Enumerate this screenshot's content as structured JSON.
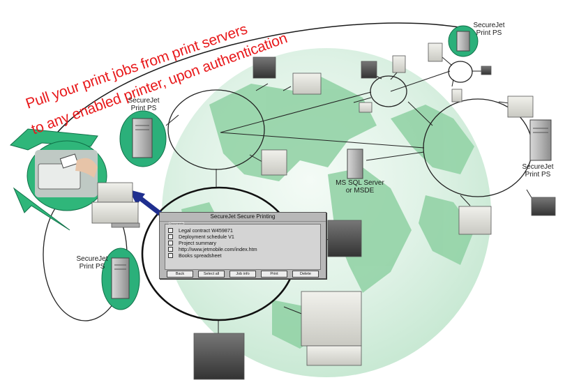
{
  "headline": {
    "line1": "Pull your print jobs from print servers",
    "line2": "to any enabled printer, upon authentication",
    "color": "#e8191b"
  },
  "labels": {
    "server_top_right": [
      "SecureJet",
      "Print PS"
    ],
    "server_upper_left": [
      "SecureJet",
      "Print PS"
    ],
    "server_lower_left": [
      "SecureJet",
      "Print PS"
    ],
    "server_right": [
      "SecureJet",
      "Print PS"
    ],
    "database": [
      "MS SQL Server",
      "or MSDE"
    ]
  },
  "dialog": {
    "title": "SecureJet Secure Printing",
    "list_header": "Documents",
    "items": [
      "Legal contract W459871",
      "Deployment schedule V1",
      "Project summary",
      "http://www.jetmobile.com/index.htm",
      "Books spreadsheet"
    ],
    "buttons": [
      "Back",
      "Select all",
      "Job info",
      "Print",
      "Delete"
    ]
  },
  "colors": {
    "globe_green": "#8fd1a3",
    "server_halo": "#2bb07a",
    "arrow_green": "#2fb67a",
    "arrow_blue": "#1f2f8f"
  }
}
